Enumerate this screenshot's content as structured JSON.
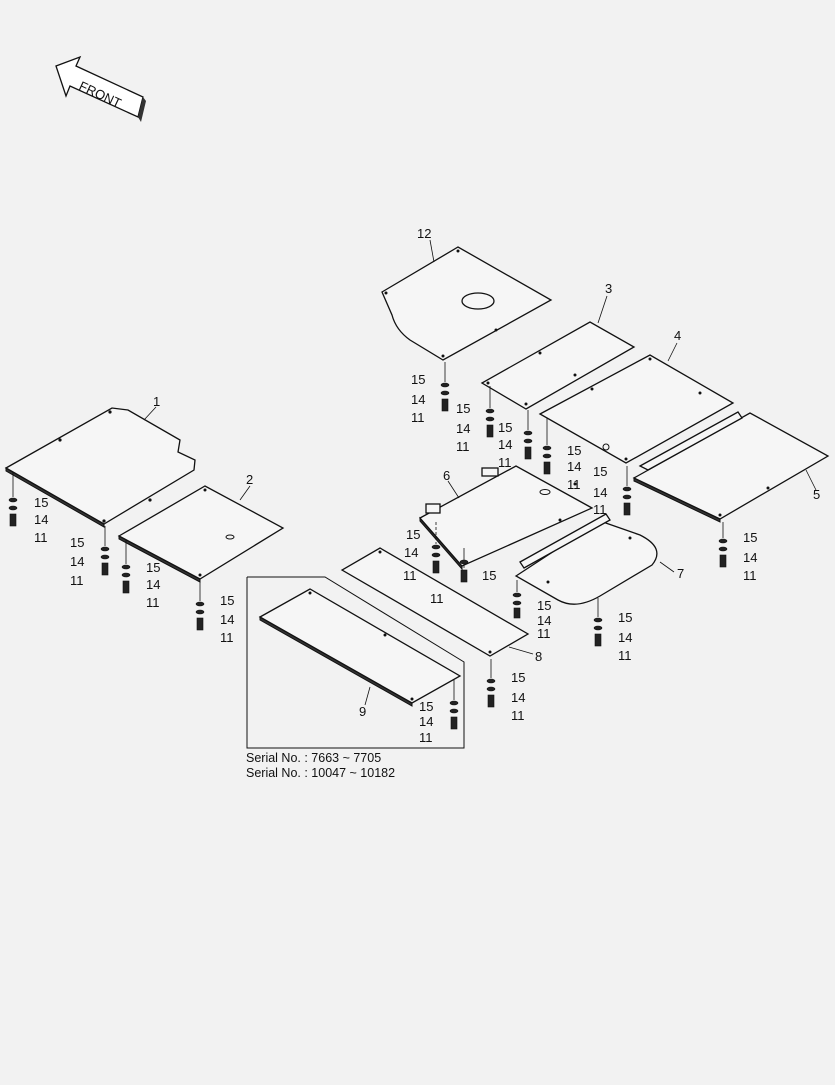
{
  "front_arrow": {
    "label": "FRONT"
  },
  "serial_notes": [
    "Serial No. : 7663 ~ 7705",
    "Serial No. : 10047 ~ 10182"
  ],
  "part_labels": {
    "p1": "1",
    "p2": "2",
    "p3": "3",
    "p4": "4",
    "p5": "5",
    "p6": "6",
    "p7": "7",
    "p8": "8",
    "p9": "9",
    "p12": "12"
  },
  "fastener_labels": {
    "bolt": "11",
    "lock_washer": "14",
    "washer": "15"
  },
  "icons": [
    "front-arrow-icon",
    "bolt-icon",
    "washer-icon"
  ]
}
